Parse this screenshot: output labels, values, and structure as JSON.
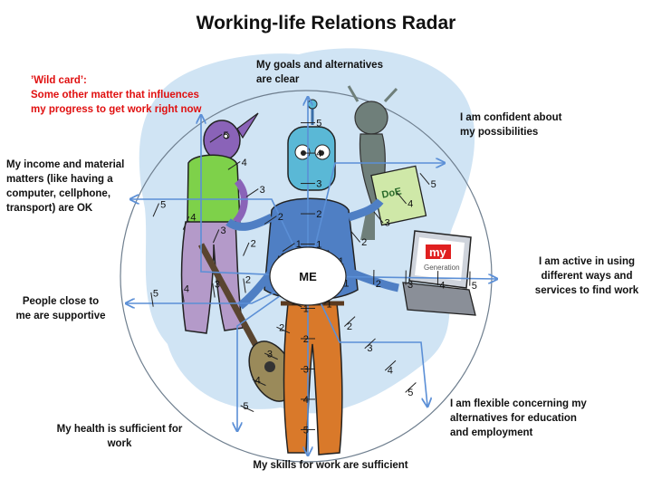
{
  "title": "Working-life Relations Radar",
  "center": "ME",
  "scale": [
    "1",
    "2",
    "3",
    "4",
    "5"
  ],
  "labels": {
    "goals_line1": "My goals and alternatives",
    "goals_line2": "are clear",
    "confident_line1": "I am confident about",
    "confident_line2": "my possibilities",
    "active_line1": "I am active in using",
    "active_line2": "different ways and",
    "active_line3": "services to find work",
    "flexible_line1": "I am flexible concerning my",
    "flexible_line2": "alternatives for education",
    "flexible_line3": "and employment",
    "skills": "My skills for work are sufficient",
    "health_line1": "My health is sufficient for",
    "health_line2": "work",
    "people_line1": "People close to",
    "people_line2": "me are supportive",
    "income_line1": "My income and material",
    "income_line2": "matters (like having a",
    "income_line3": "computer, cellphone,",
    "income_line4": "transport) are OK",
    "wild_line1": "’Wild card’:",
    "wild_line2": "Some other matter that influences",
    "wild_line3": "my progress to get work right now"
  },
  "illustration": {
    "laptop_brand": "my",
    "laptop_caption": "Generation",
    "document_text": "DoE"
  },
  "colors": {
    "axis": "#5b8fd6",
    "splash": "#a9cdeb",
    "wild_card": "#e01010",
    "circle": "#6f7f8f"
  }
}
